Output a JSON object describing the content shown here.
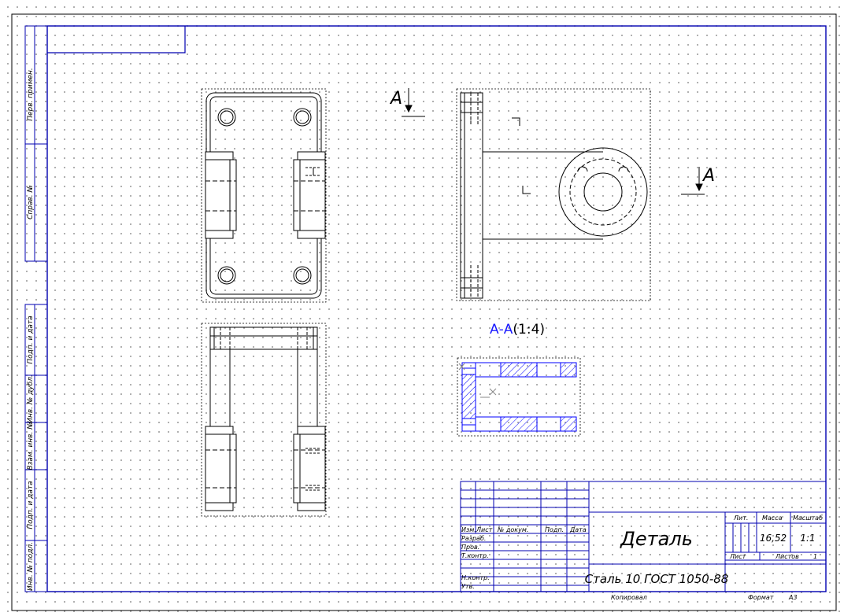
{
  "views": {
    "section_letter_top": "A",
    "section_letter_right": "A",
    "section_title": "А-А",
    "section_scale": "(1:4)"
  },
  "side_stamp": [
    "Перв. примен.",
    "Справ. №",
    "Подп. и дата",
    "Инв. № дубл.",
    "Взам. инв. №",
    "Подп. и дата",
    "Инв. № подл."
  ],
  "title_block": {
    "headers": {
      "izm": "Изм.",
      "list": "Лист",
      "doc_no": "№ докум.",
      "podp": "Подп.",
      "data": "Дата"
    },
    "roles": [
      "Разраб.",
      "Пров.",
      "Т.контр.",
      "Н.контр.",
      "Утв."
    ],
    "designation": "Деталь",
    "material": "Сталь 10  ГОСТ 1050-88",
    "lit_label": "Лит.",
    "mass_label": "Масса",
    "scale_label": "Масштаб",
    "mass_value": "16,52",
    "scale_value": "1:1",
    "sheet_label": "Лист",
    "sheets_label": "Листов",
    "sheets_value": "1",
    "copied_label": "Копировал",
    "format_label": "Формат",
    "format_value": "A3"
  },
  "colors": {
    "frame": "#0000b0",
    "hatch": "#0000ff",
    "lines": "#000000"
  }
}
